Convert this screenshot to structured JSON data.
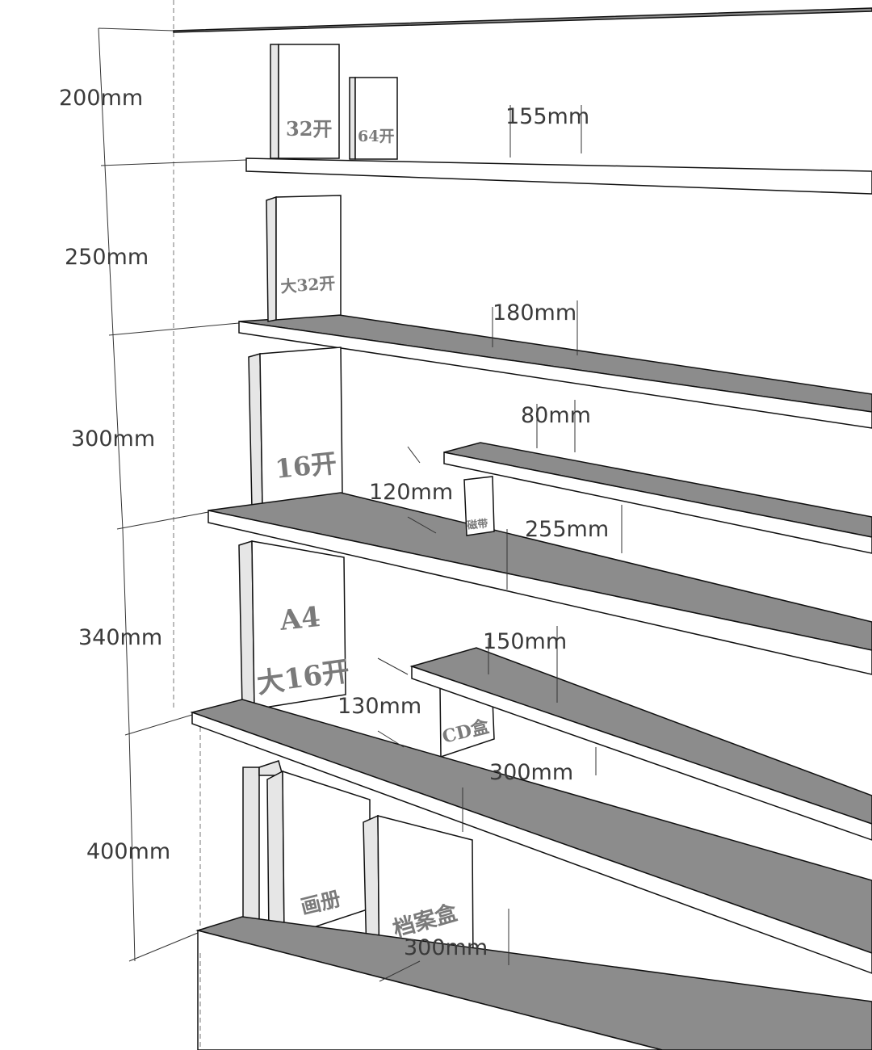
{
  "height_dimensions": [
    "200mm",
    "250mm",
    "300mm",
    "340mm",
    "400mm"
  ],
  "depth_dimensions": {
    "shelf1": "155mm",
    "shelf2": "180mm",
    "small_shelf_upper": "80mm",
    "gap_upper": "120mm",
    "shelf3": "255mm",
    "small_shelf_lower": "150mm",
    "gap_lower": "130mm",
    "shelf4": "300mm",
    "bottom": "300mm"
  },
  "book_labels": {
    "b32": "32开",
    "b64": "64开",
    "big32": "大32开",
    "b16": "16开",
    "tape": "磁带",
    "a4": "A4",
    "big16": "大16开",
    "cd": "CD盒",
    "album": "画册",
    "archive": "档案盒"
  },
  "colors": {
    "shelf_top": "#8c8c8c",
    "label": "#7a7a7a"
  }
}
